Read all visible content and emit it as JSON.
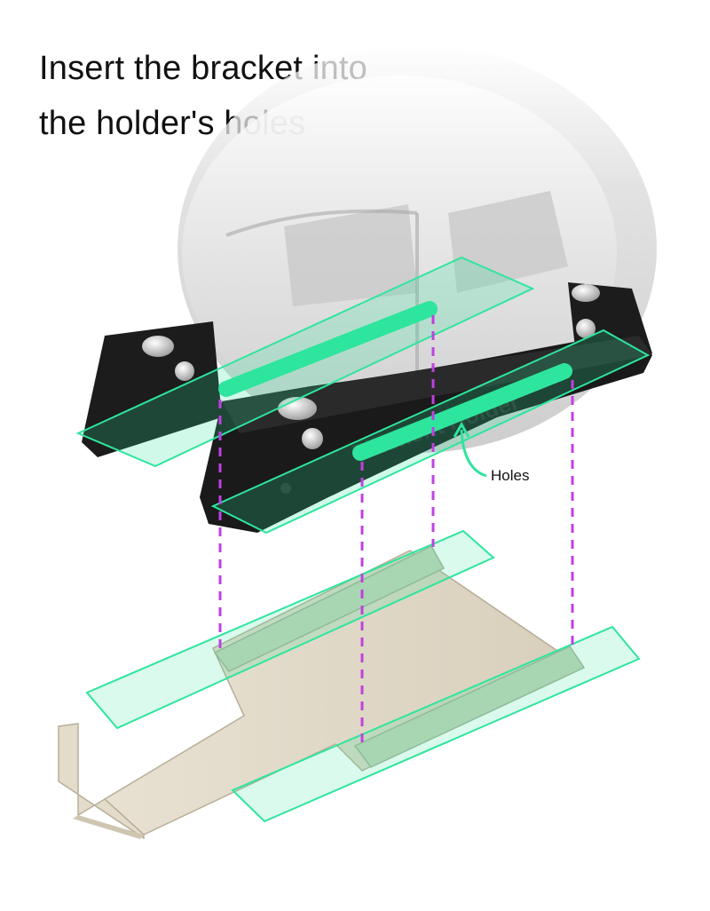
{
  "title": {
    "line1": "Insert the bracket into",
    "line2": "the holder's holes"
  },
  "callout": {
    "label": "Holes"
  },
  "colors": {
    "highlight": "#2ee59d",
    "guide": "#c040e0",
    "holder": "#1c1c1c",
    "bracket": "#e4dccb"
  }
}
